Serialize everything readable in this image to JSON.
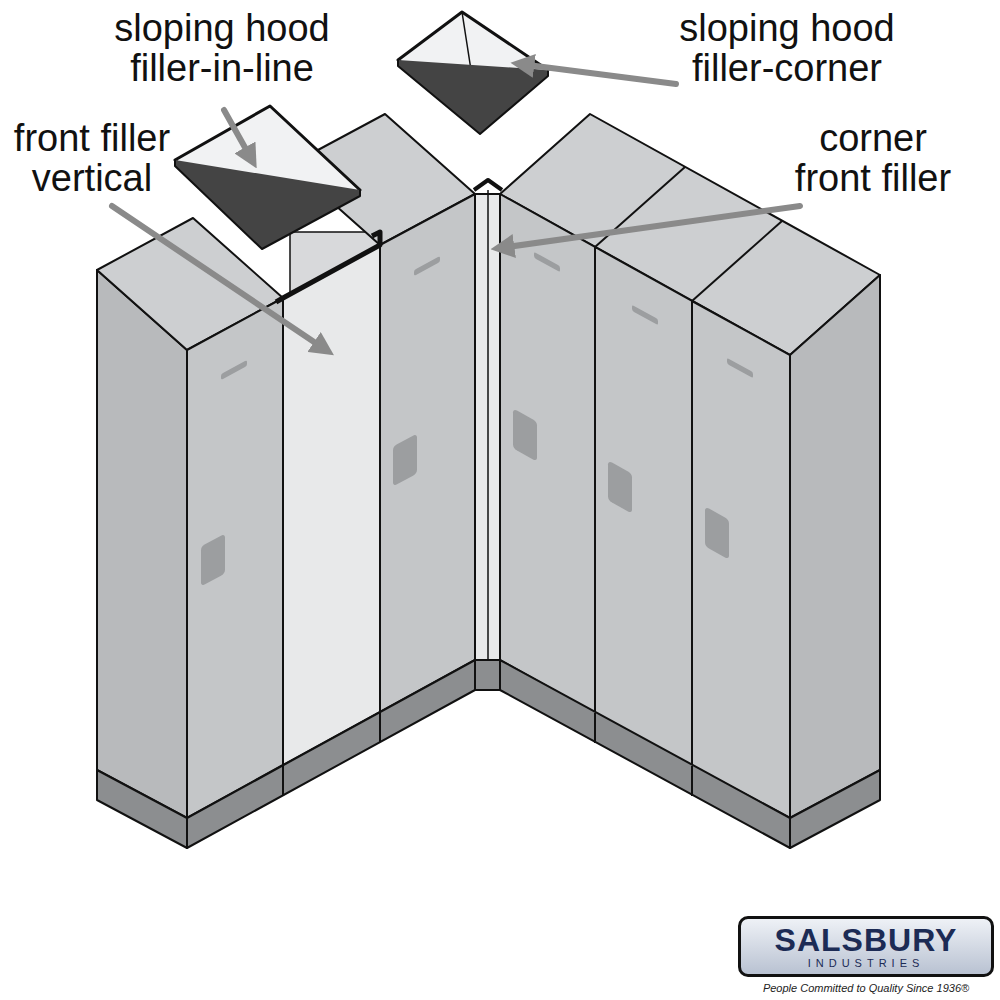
{
  "diagram": {
    "nodes": [
      {
        "text": [
          "SALSBURY",
          "INDUSTRIES"
        ]
      }
    ],
    "labels": [
      "sloping hood filler-in-line",
      "sloping hood filler-corner",
      "front filler vertical",
      "corner front filler",
      "People Committed to Quality Since 1936®"
    ]
  }
}
